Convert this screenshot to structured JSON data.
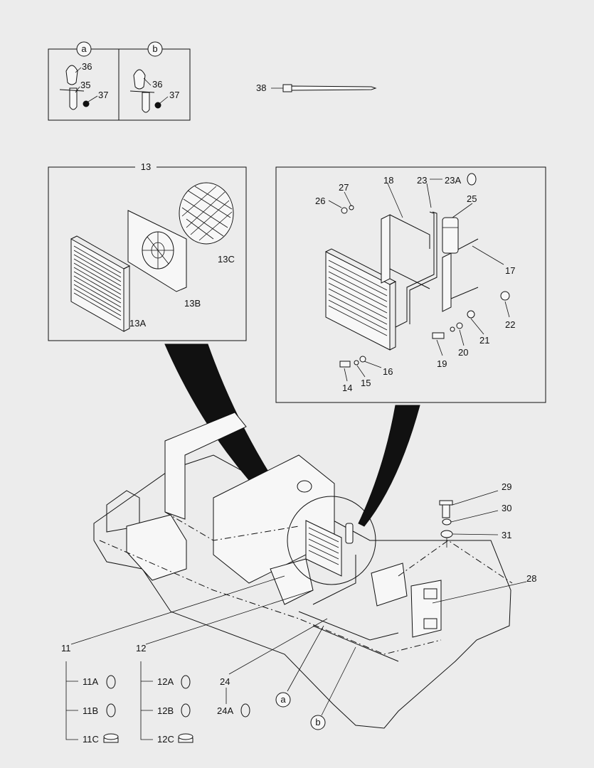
{
  "detail_a": {
    "circle": "a",
    "labels": [
      "36",
      "35",
      "37"
    ]
  },
  "detail_b": {
    "circle": "b",
    "labels": [
      "36",
      "37"
    ]
  },
  "tie_label": "38",
  "kit": {
    "label": "13",
    "parts": [
      "13A",
      "13B",
      "13C"
    ]
  },
  "cooler": {
    "labels": [
      "14",
      "15",
      "16",
      "17",
      "18",
      "19",
      "20",
      "21",
      "22",
      "23",
      "23A",
      "25",
      "26",
      "27"
    ]
  },
  "mount": {
    "labels": [
      "28",
      "29",
      "30",
      "31"
    ]
  },
  "hoses": {
    "h11": "11",
    "h12": "12",
    "h24": "24",
    "sub11": [
      "11A",
      "11B",
      "11C"
    ],
    "sub12": [
      "12A",
      "12B",
      "12C"
    ],
    "sub24": "24A"
  },
  "circle_a": "a",
  "circle_b": "b"
}
